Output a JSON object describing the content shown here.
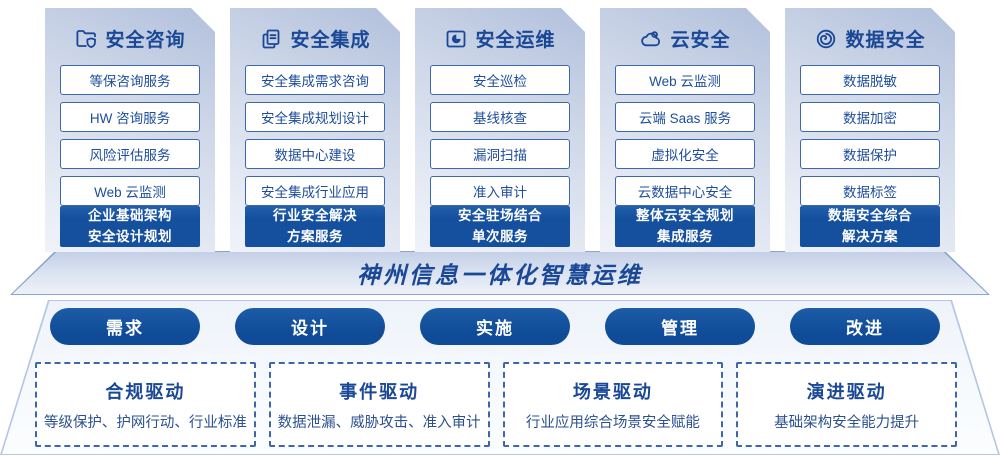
{
  "colors": {
    "primary_fill": "#15509e",
    "navy_text": "#1a4896",
    "item_border": "#3e66ad",
    "card_gradient_top": "#b2c0dc",
    "card_gradient_bottom": "#eff2f9"
  },
  "columns": [
    {
      "title": "安全咨询",
      "icon": "folder-shield-icon",
      "items": [
        "等保咨询服务",
        "HW 咨询服务",
        "风险评估服务",
        "Web 云监测"
      ],
      "highlight": [
        "企业基础架构",
        "安全设计规划"
      ]
    },
    {
      "title": "安全集成",
      "icon": "copy-documents-icon",
      "items": [
        "安全集成需求咨询",
        "安全集成规划设计",
        "数据中心建设",
        "安全集成行业应用"
      ],
      "highlight": [
        "行业安全解决",
        "方案服务"
      ]
    },
    {
      "title": "安全运维",
      "icon": "folder-pie-icon",
      "items": [
        "安全巡检",
        "基线核查",
        "漏洞扫描",
        "准入审计"
      ],
      "highlight": [
        "安全驻场结合",
        "单次服务"
      ]
    },
    {
      "title": "云安全",
      "icon": "cloud-icon",
      "items": [
        "Web 云监测",
        "云端 Saas 服务",
        "虚拟化安全",
        "云数据中心安全"
      ],
      "highlight": [
        "整体云安全规划",
        "集成服务"
      ]
    },
    {
      "title": "数据安全",
      "icon": "data-spiral-icon",
      "items": [
        "数据脱敏",
        "数据加密",
        "数据保护",
        "数据标签"
      ],
      "highlight": [
        "数据安全综合",
        "解决方案"
      ]
    }
  ],
  "banner": {
    "title": "神州信息一体化智慧运维"
  },
  "process": [
    "需求",
    "设计",
    "实施",
    "管理",
    "改进"
  ],
  "drivers": [
    {
      "title": "合规驱动",
      "desc": "等级保护、护网行动、行业标准"
    },
    {
      "title": "事件驱动",
      "desc": "数据泄漏、威胁攻击、准入审计"
    },
    {
      "title": "场景驱动",
      "desc": "行业应用综合场景安全赋能"
    },
    {
      "title": "演进驱动",
      "desc": "基础架构安全能力提升"
    }
  ]
}
